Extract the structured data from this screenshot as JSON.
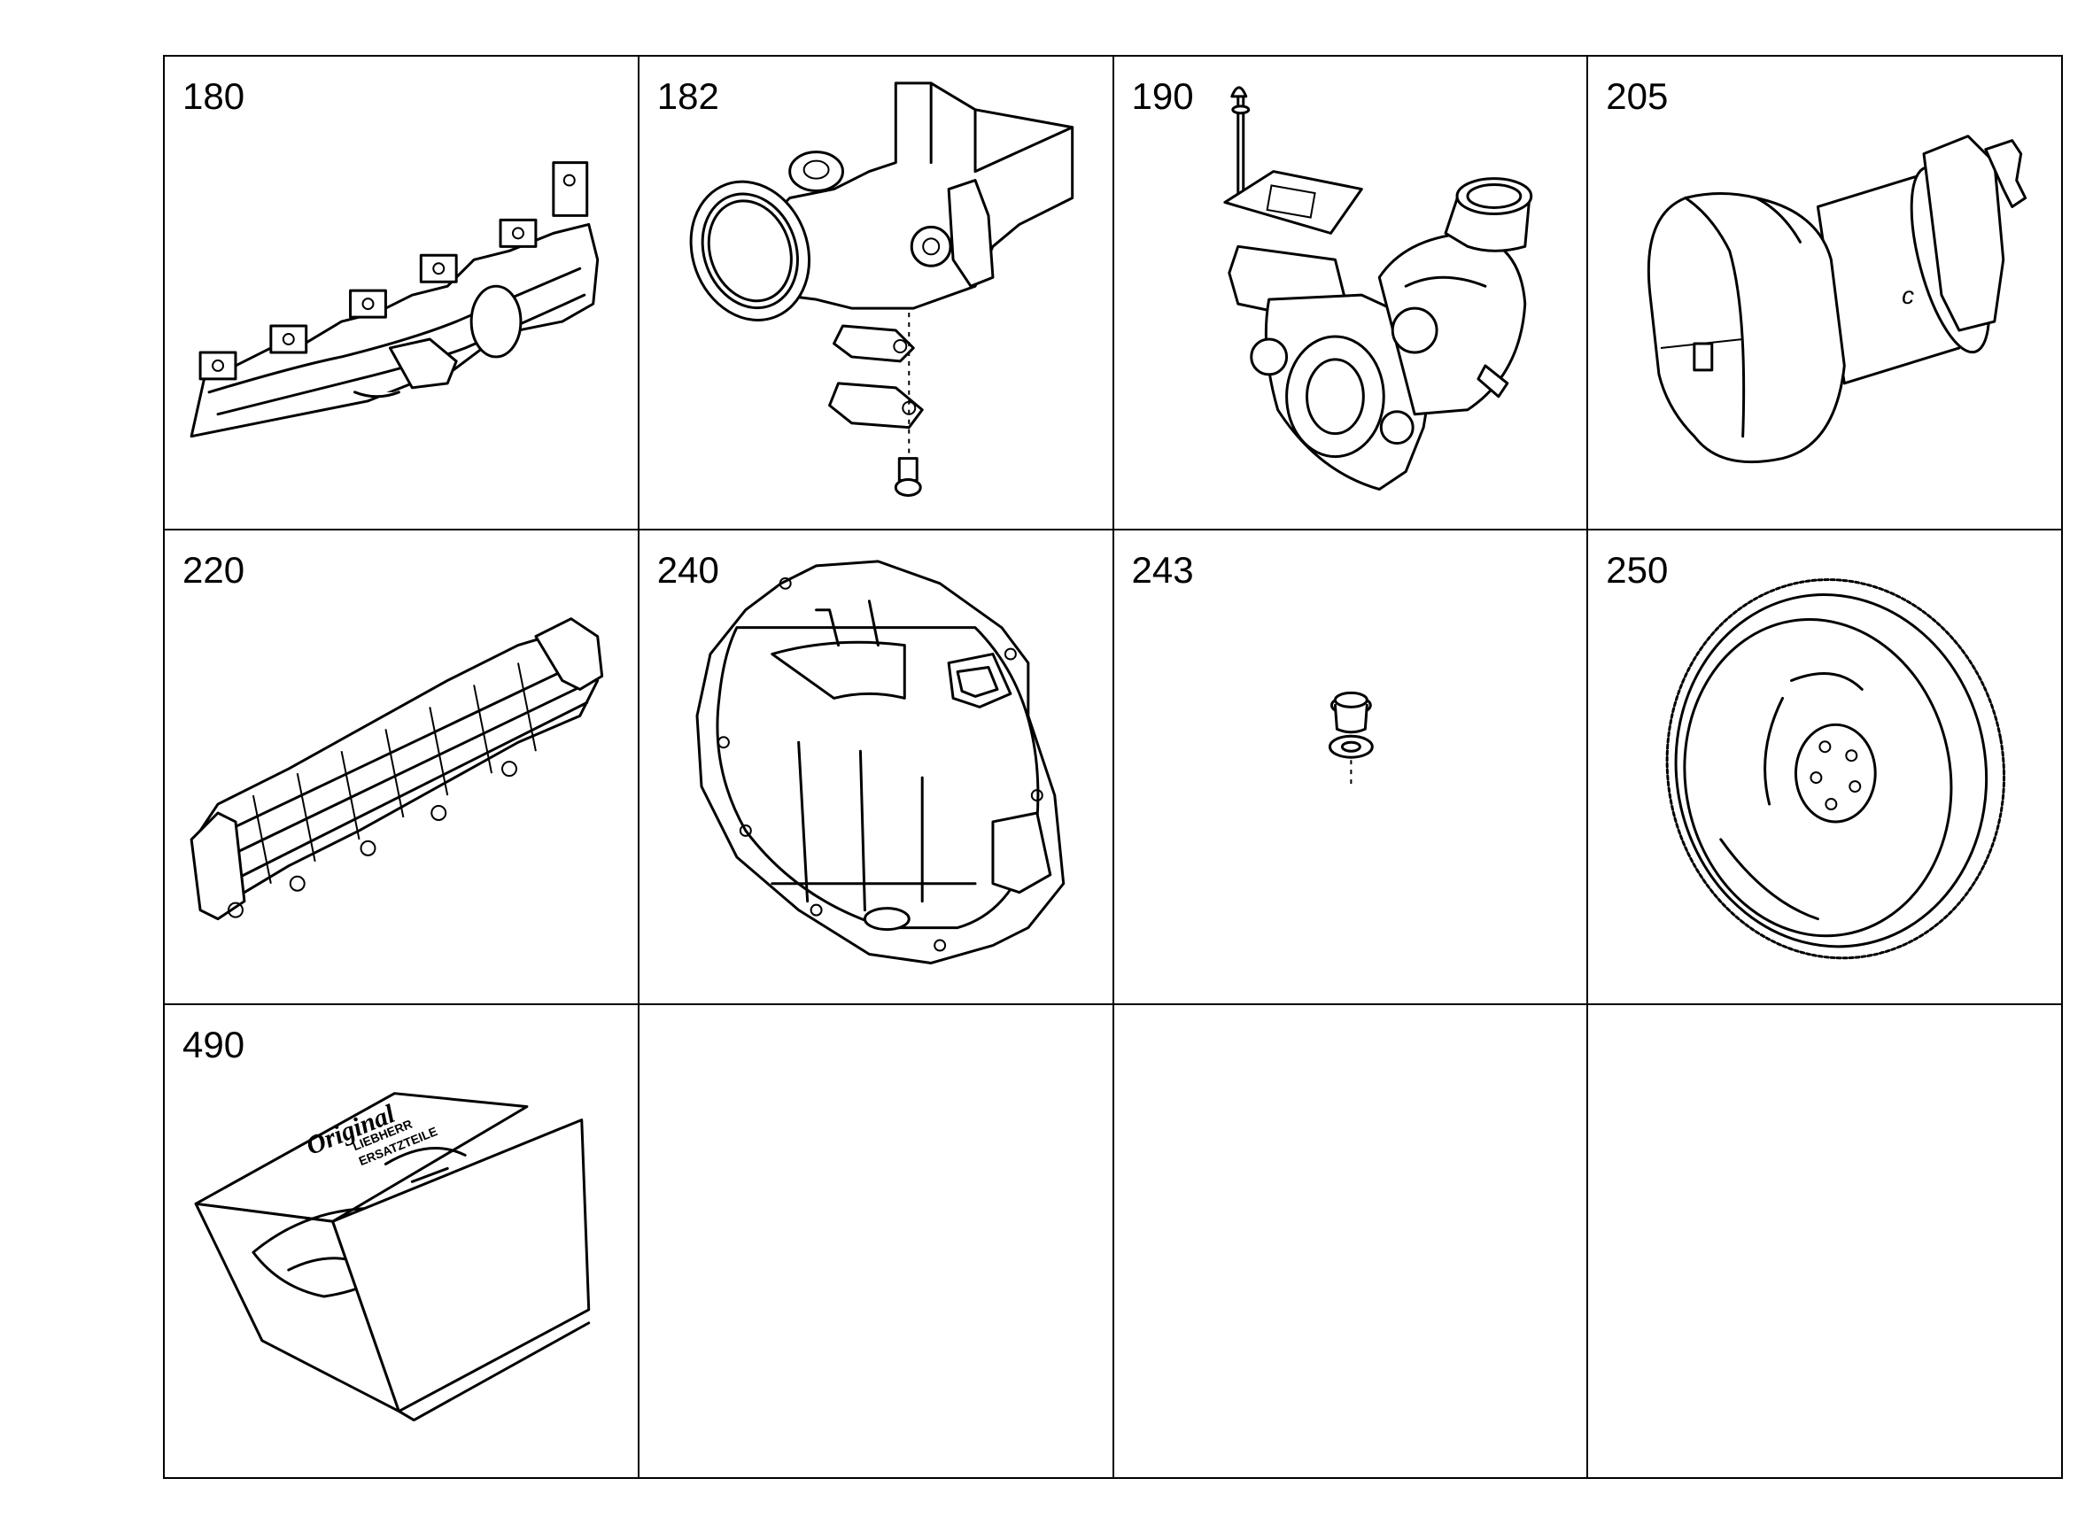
{
  "catalog": {
    "cells": [
      {
        "number": "180",
        "part": "exhaust-manifold"
      },
      {
        "number": "182",
        "part": "intake-pipe-with-gaskets"
      },
      {
        "number": "190",
        "part": "turbocharger"
      },
      {
        "number": "205",
        "part": "starter-motor"
      },
      {
        "number": "220",
        "part": "intake-manifold"
      },
      {
        "number": "240",
        "part": "flywheel-housing"
      },
      {
        "number": "243",
        "part": "plug-with-washer"
      },
      {
        "number": "250",
        "part": "flywheel"
      },
      {
        "number": "490",
        "part": "gasket-kit-box"
      },
      {
        "number": "",
        "part": ""
      },
      {
        "number": "",
        "part": ""
      },
      {
        "number": "",
        "part": ""
      }
    ]
  },
  "logo": {
    "script": "Original",
    "line1": "LIEBHERR",
    "line2": "ERSATZTEILE"
  },
  "colors": {
    "line": "#000000",
    "background": "#ffffff"
  }
}
